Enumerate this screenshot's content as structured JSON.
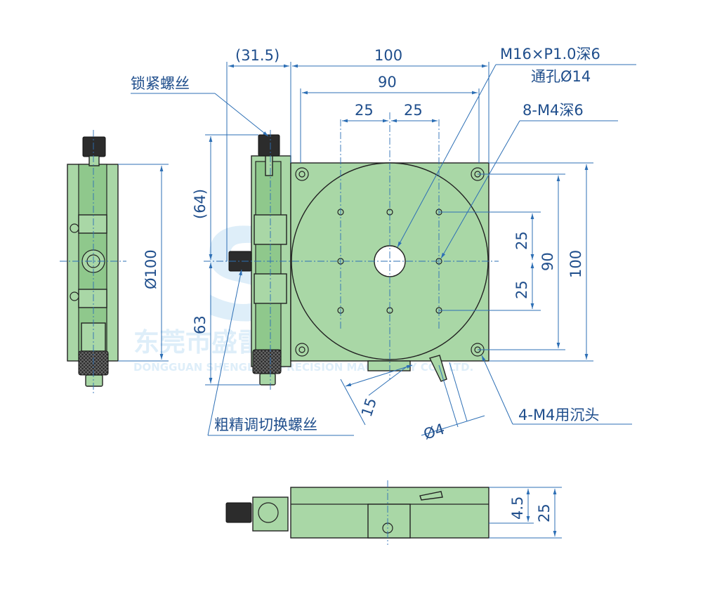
{
  "watermark": {
    "logo": "SEN",
    "company_cn": "东莞市盛雷精密机械有限公司",
    "company_en": "DONGGUAN SHENGLING PRECISION MACHINERY CO., LTD."
  },
  "dimensions": {
    "offset_31_5": "(31.5)",
    "width_100": "100",
    "width_90": "90",
    "pitch_25_a": "25",
    "pitch_25_b": "25",
    "height_64": "(64)",
    "height_63": "63",
    "diameter_100": "Ø100",
    "right_25_a": "25",
    "right_25_b": "25",
    "right_90": "90",
    "right_100": "100",
    "offset_15": "15",
    "diameter_4": "Ø4",
    "side_4_5": "4.5",
    "side_25": "25"
  },
  "callouts": {
    "lock_screw": "锁紧螺丝",
    "center_hole_thread": "M16×P1.0深6",
    "center_through": "通孔Ø14",
    "mount_holes": "8-M4深6",
    "switch_screw": "粗精调切换螺丝",
    "counterbore": "4-M4用沉头"
  },
  "colors": {
    "part_fill": "#a9d7a6",
    "dimension_line": "#2d6fb5",
    "text": "#1f4e8c",
    "knob": "#2c2c2c"
  }
}
